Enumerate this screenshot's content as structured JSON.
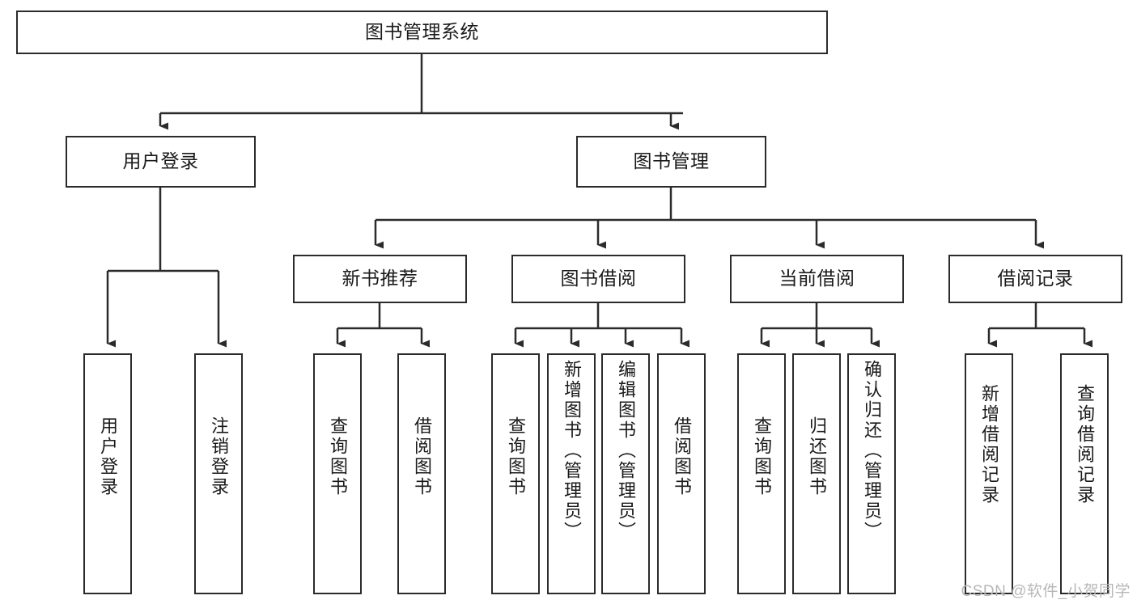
{
  "diagram": {
    "type": "tree-hierarchy-chart",
    "title": "图书管理系统",
    "watermark": "CSDN @软件_小贺同学",
    "stroke_color": "#2b2b2b",
    "fill_color": "#ffffff",
    "text_color": "#1a1a1a",
    "watermark_color": "#b7b7b7",
    "nodes": {
      "root": {
        "label": "图书管理系统",
        "level": 0,
        "orientation": "horizontal"
      },
      "level1": [
        {
          "id": "user-login",
          "label": "用户登录",
          "orientation": "horizontal"
        },
        {
          "id": "book-management",
          "label": "图书管理",
          "orientation": "horizontal"
        }
      ],
      "level2": [
        {
          "id": "new-book-recommend",
          "label": "新书推荐",
          "parent": "book-management",
          "orientation": "horizontal"
        },
        {
          "id": "book-borrow",
          "label": "图书借阅",
          "parent": "book-management",
          "orientation": "horizontal"
        },
        {
          "id": "current-borrow",
          "label": "当前借阅",
          "parent": "book-management",
          "orientation": "horizontal"
        },
        {
          "id": "borrow-record",
          "label": "借阅记录",
          "parent": "book-management",
          "orientation": "horizontal"
        }
      ],
      "leaves": [
        {
          "id": "leaf-user-login",
          "label": "用户登录",
          "parent": "user-login",
          "orientation": "vertical"
        },
        {
          "id": "leaf-logout-login",
          "label": "注销登录",
          "parent": "user-login",
          "orientation": "vertical"
        },
        {
          "id": "leaf-query-book-1",
          "label": "查询图书",
          "parent": "new-book-recommend",
          "orientation": "vertical"
        },
        {
          "id": "leaf-borrow-book-1",
          "label": "借阅图书",
          "parent": "new-book-recommend",
          "orientation": "vertical"
        },
        {
          "id": "leaf-query-book-2",
          "label": "查询图书",
          "parent": "book-borrow",
          "orientation": "vertical"
        },
        {
          "id": "leaf-add-book",
          "label": "新增图书（管理员）",
          "parent": "book-borrow",
          "orientation": "vertical"
        },
        {
          "id": "leaf-edit-book",
          "label": "编辑图书（管理员）",
          "parent": "book-borrow",
          "orientation": "vertical"
        },
        {
          "id": "leaf-borrow-book-2",
          "label": "借阅图书",
          "parent": "book-borrow",
          "orientation": "vertical"
        },
        {
          "id": "leaf-query-book-3",
          "label": "查询图书",
          "parent": "current-borrow",
          "orientation": "vertical"
        },
        {
          "id": "leaf-return-book",
          "label": "归还图书",
          "parent": "current-borrow",
          "orientation": "vertical"
        },
        {
          "id": "leaf-confirm-return",
          "label": "确认归还（管理员）",
          "parent": "current-borrow",
          "orientation": "vertical"
        },
        {
          "id": "leaf-add-record",
          "label": "新增借阅记录",
          "parent": "borrow-record",
          "orientation": "vertical"
        },
        {
          "id": "leaf-query-record",
          "label": "查询借阅记录",
          "parent": "borrow-record",
          "orientation": "vertical"
        }
      ]
    }
  }
}
